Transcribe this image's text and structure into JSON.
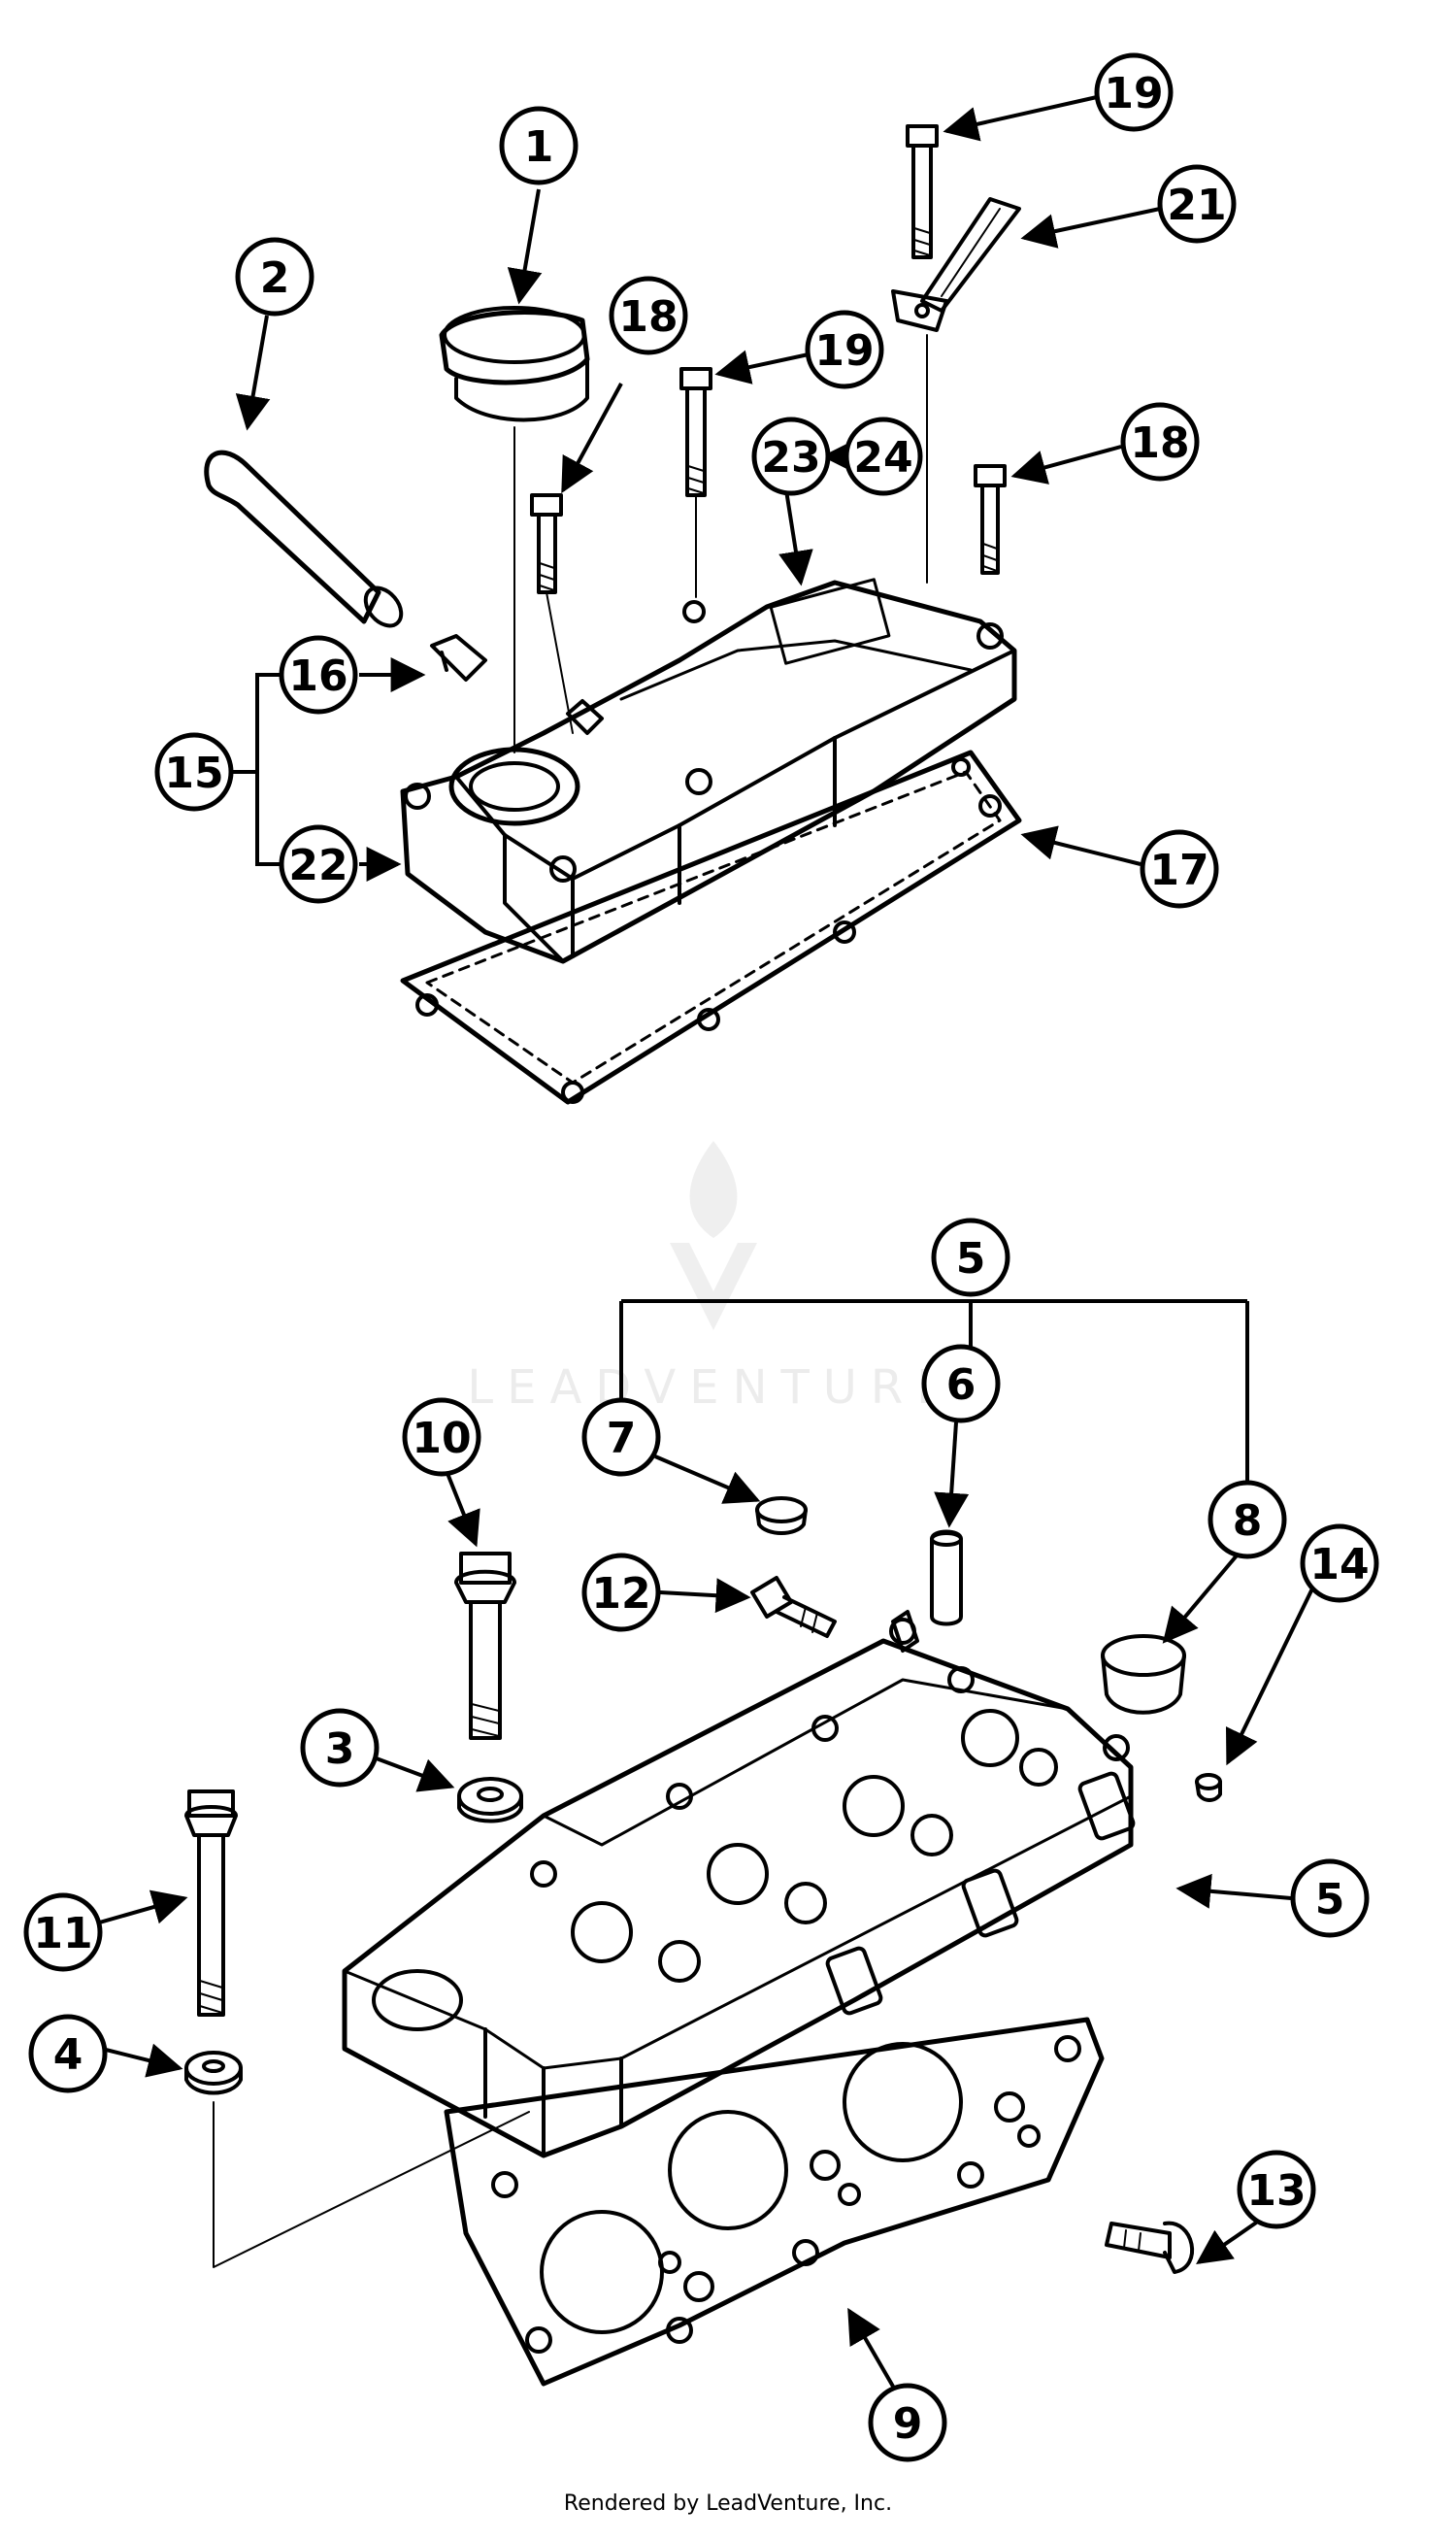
{
  "watermark": {
    "brand": "LEADVENTURE"
  },
  "footer": {
    "credit": "Rendered by LeadVenture, Inc."
  },
  "callouts": {
    "c1": "1",
    "c2": "2",
    "c3": "3",
    "c4": "4",
    "c5a": "5",
    "c5b": "5",
    "c6": "6",
    "c7": "7",
    "c8": "8",
    "c9": "9",
    "c10": "10",
    "c11": "11",
    "c12": "12",
    "c13": "13",
    "c14": "14",
    "c15": "15",
    "c16": "16",
    "c17": "17",
    "c18a": "18",
    "c18b": "18",
    "c19a": "19",
    "c19b": "19",
    "c21": "21",
    "c22": "22",
    "c23": "23",
    "c24": "24"
  },
  "colors": {
    "ink": "#000000",
    "paper": "#ffffff",
    "watermark": "#ececec"
  }
}
